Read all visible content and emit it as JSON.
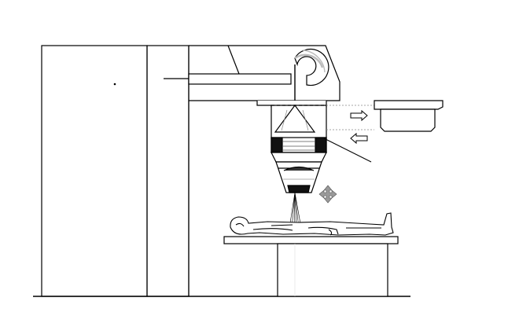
{
  "diagram": {
    "description_text": "",
    "colors": {
      "line": "#000000",
      "fill_dark": "#111111",
      "fill_light": "#ffffff",
      "guide": "#888888",
      "arrow_gray": "#9a9a9a"
    },
    "components": {
      "gantry": "gantry",
      "linac_arm": "accelerator-arm",
      "bending_magnet": "bending-magnet",
      "treatment_head": "treatment-head",
      "collimator": "collimator",
      "accessory_tray": "accessory-tray",
      "patient": "patient",
      "couch": "treatment-couch",
      "floor": "floor"
    },
    "icons": {
      "move_cross": "four-way-arrow-icon",
      "arrow_right": "arrow-right-icon",
      "arrow_left": "arrow-left-icon"
    }
  }
}
